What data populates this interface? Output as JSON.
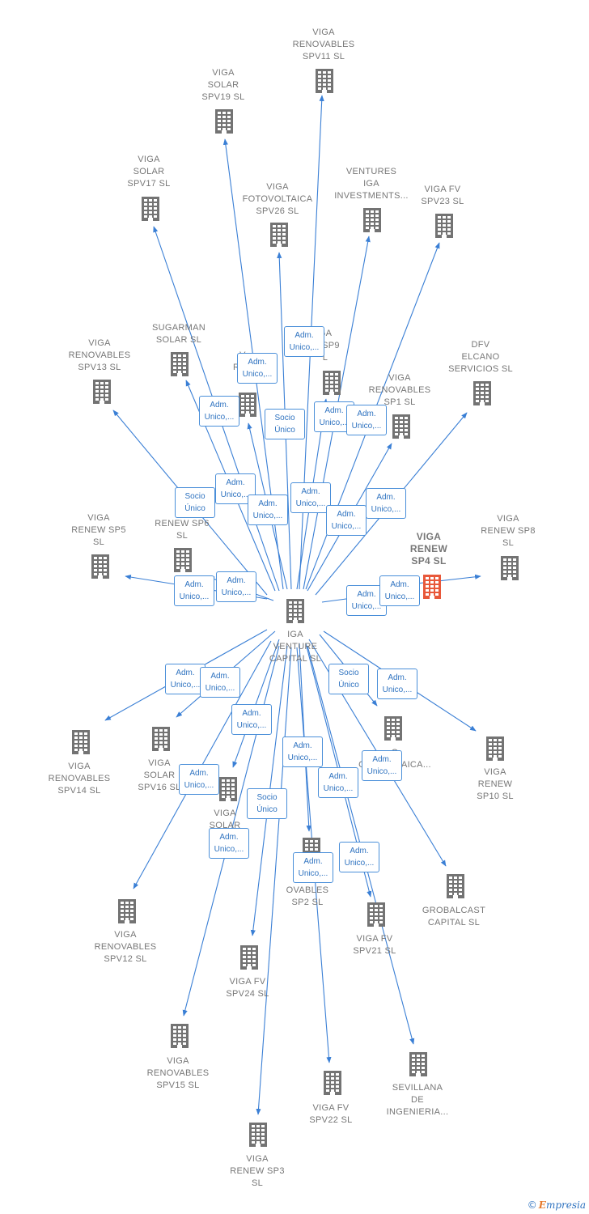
{
  "colors": {
    "edge": "#3a7fd5",
    "building": "#737373",
    "highlight": "#e8583a",
    "edge_label_text": "#2f73c0"
  },
  "center": {
    "id": "center",
    "label": "IGA\nVENTURE\nCAPITAL  SL"
  },
  "nodes": [
    {
      "id": "spv11",
      "label": "VIGA\nRENOVABLES\nSPV11  SL"
    },
    {
      "id": "spv19",
      "label": "VIGA\nSOLAR\nSPV19  SL"
    },
    {
      "id": "spv17",
      "label": "VIGA\nSOLAR\nSPV17  SL"
    },
    {
      "id": "spv26",
      "label": "VIGA\nFOTOVOLTAICA\nSPV26  SL"
    },
    {
      "id": "vii",
      "label": "VENTURES\nIGA\nINVESTMENTS..."
    },
    {
      "id": "spv23",
      "label": "VIGA FV\nSPV23  SL"
    },
    {
      "id": "spv13",
      "label": "VIGA\nRENOVABLES\nSPV13  SL"
    },
    {
      "id": "sugarman",
      "label": "SUGARMAN\nSOLAR  SL"
    },
    {
      "id": "ren_a",
      "label": "V\nREN\nSL"
    },
    {
      "id": "sp9",
      "label": "GA\nW SP9\nL"
    },
    {
      "id": "sp1",
      "label": "VIGA\nRENOVABLES\nSP1  SL"
    },
    {
      "id": "dfv",
      "label": "DFV\nELCANO\nSERVICIOS  SL"
    },
    {
      "id": "sp5",
      "label": "VIGA\nRENEW SP5\nSL"
    },
    {
      "id": "sp6",
      "label": "VI\nRENEW SP6\nSL"
    },
    {
      "id": "sp4",
      "label": "VIGA\nRENEW\nSP4  SL"
    },
    {
      "id": "sp8",
      "label": "VIGA\nRENEW SP8\nSL"
    },
    {
      "id": "spv14",
      "label": "VIGA\nRENOVABLES\nSPV14  SL"
    },
    {
      "id": "spv16",
      "label": "VIGA\nSOLAR\nSPV16  SL"
    },
    {
      "id": "foto",
      "label": "O\nOTOVOLTAICA..."
    },
    {
      "id": "sp10",
      "label": "VIGA\nRENEW\nSP10  SL"
    },
    {
      "id": "solar_b",
      "label": "VIGA\nSOLAR\nS"
    },
    {
      "id": "sp2",
      "label": "VIGA\nOVABLES\nSP2  SL"
    },
    {
      "id": "grobal",
      "label": "GROBALCAST\nCAPITAL  SL"
    },
    {
      "id": "spv12",
      "label": "VIGA\nRENOVABLES\nSPV12  SL"
    },
    {
      "id": "spv21",
      "label": "VIGA FV\nSPV21  SL"
    },
    {
      "id": "spv24",
      "label": "VIGA FV\nSPV24  SL"
    },
    {
      "id": "spv15",
      "label": "VIGA\nRENOVABLES\nSPV15  SL"
    },
    {
      "id": "sevillana",
      "label": "SEVILLANA\nDE\nINGENIERIA..."
    },
    {
      "id": "spv22",
      "label": "VIGA FV\nSPV22  SL"
    },
    {
      "id": "sp3",
      "label": "VIGA\nRENEW SP3\nSL"
    }
  ],
  "edge_labels": [
    "Adm.\nUnico,...",
    "Adm.\nUnico,...",
    "Adm.\nUnico,...",
    "Socio\nÚnico",
    "Adm.\nUnico,...",
    "Adm.\nUnico,...",
    "Socio\nÚnico",
    "Adm.\nUnico,...",
    "Adm.\nUnico,...",
    "Adm.\nUnico,...",
    "Adm.\nUnico,...",
    "Adm.\nUnico,...",
    "Adm.\nUnico,...",
    "Adm.\nUnico,...",
    "Adm.\nUnico,...",
    "Adm.\nUnico,...",
    "Adm.\nUnico,...",
    "Adm.\nUnico,...",
    "Socio\nÚnico",
    "Adm.\nUnico,...",
    "Adm.\nUnico,...",
    "Adm.\nUnico,...",
    "Adm.\nUnico,...",
    "Adm.\nUnico,...",
    "Adm.\nUnico,...",
    "Adm.\nUnico,...",
    "Socio\nÚnico",
    "Adm.\nUnico,...",
    "Adm.\nUnico,..."
  ],
  "footer": {
    "copyright": "©",
    "brand_e": "E",
    "brand_rest": "mpresia"
  }
}
